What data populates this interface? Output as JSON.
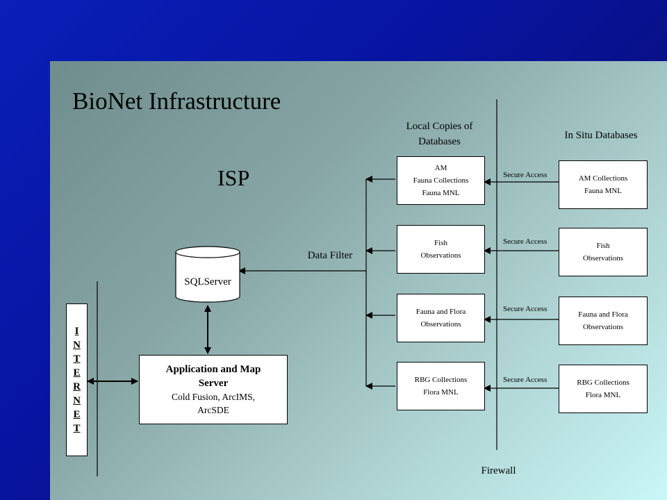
{
  "title": "BioNet Infrastructure",
  "isp_label": "ISP",
  "local_copies_label": [
    "Local Copies of",
    "Databases"
  ],
  "in_situ_label": "In Situ Databases",
  "data_filter_label": "Data Filter",
  "sqlserver_label": "SQLServer",
  "firewall_label": "Firewall",
  "internet_letters": [
    "I",
    "N",
    "T",
    "E",
    "R",
    "N",
    "E",
    "T"
  ],
  "app_server": {
    "title_lines": [
      "Application and Map",
      "Server"
    ],
    "sub_lines": [
      "Cold Fusion, ArcIMS,",
      "ArcSDE"
    ]
  },
  "local_boxes": [
    {
      "lines": [
        "AM",
        "Fauna Collections",
        "Fauna MNL"
      ]
    },
    {
      "lines": [
        "Fish",
        "Observations"
      ]
    },
    {
      "lines": [
        "Fauna and Flora",
        "Observations"
      ]
    },
    {
      "lines": [
        "RBG Collections",
        "Flora MNL"
      ]
    }
  ],
  "insitu_boxes": [
    {
      "lines": [
        "AM Collections",
        "Fauna MNL"
      ]
    },
    {
      "lines": [
        "Fish",
        "Observations"
      ]
    },
    {
      "lines": [
        "Fauna and Flora",
        "Observations"
      ]
    },
    {
      "lines": [
        "RBG Collections",
        "Flora MNL"
      ]
    }
  ],
  "secure_access_label": "Secure Access"
}
